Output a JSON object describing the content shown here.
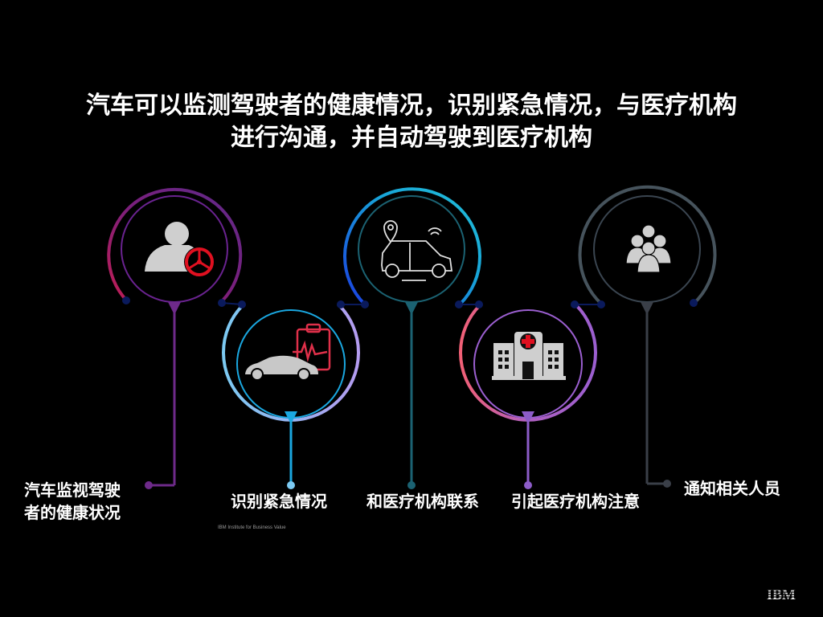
{
  "title": {
    "line1": "汽车可以监测驾驶者的健康情况，识别紧急情况，与医疗机构",
    "line2": "进行沟通，并自动驾驶到医疗机构"
  },
  "steps": [
    {
      "label_line1": "汽车监视驾驶",
      "label_line2": "者的健康状况",
      "icon": "driver-steering-wheel-icon",
      "ring_color": "#7a1f8c",
      "ring_color_start": "#b0205a",
      "accent": "#6e2a8a"
    },
    {
      "label": "识别紧急情况",
      "icon": "car-health-clipboard-icon",
      "ring_color": "#a99bf0",
      "ring_color_start": "#7fc8f0",
      "accent": "#1aa7e0"
    },
    {
      "label": "和医疗机构联系",
      "icon": "connected-car-location-icon",
      "ring_color": "#19a9d6",
      "ring_color_start": "#1a3fe0",
      "accent": "#1b6272"
    },
    {
      "label": "引起医疗机构注意",
      "icon": "hospital-icon",
      "ring_color": "#9b5fd0",
      "ring_color_start": "#f0607a",
      "accent": "#8c5cc8"
    },
    {
      "label": "通知相关人员",
      "icon": "group-people-icon",
      "ring_color": "#4a5760",
      "ring_color_start": "#4a5760",
      "accent": "#3a3f48"
    }
  ],
  "footer": {
    "credit": "IBM Institute for Business Value",
    "logo": "IBM"
  },
  "colors": {
    "background": "#000000",
    "connector_dot": "#0a1a5c",
    "icon_gray": "#cfcfcf",
    "icon_red": "#e01020"
  }
}
